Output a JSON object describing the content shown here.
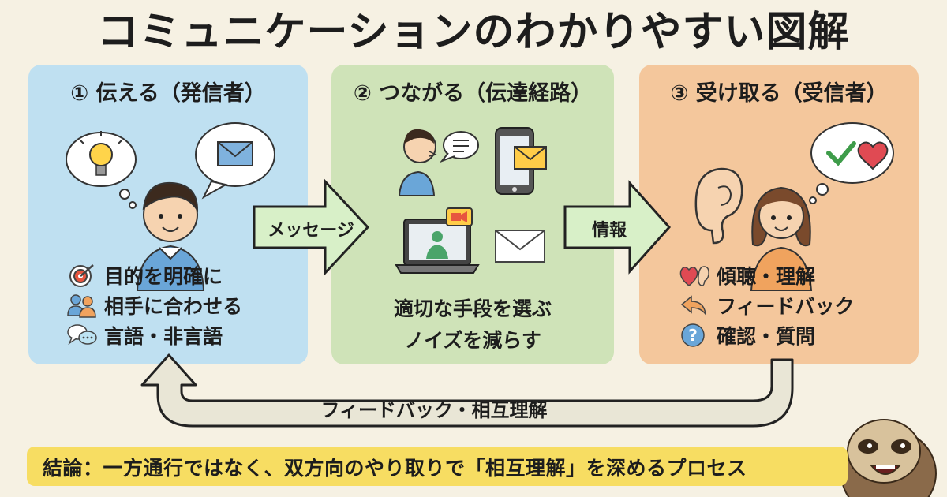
{
  "title": "コミュニケーションのわかりやすい図解",
  "panels": [
    {
      "heading": "① 伝える（発信者）",
      "points": [
        "目的を明確に",
        "相手に合わせる",
        "言語・非言語"
      ],
      "color": "#bfe0f1"
    },
    {
      "heading": "② つながる（伝達経路）",
      "lines": [
        "適切な手段を選ぶ",
        "ノイズを減らす"
      ],
      "color": "#cfe3b8"
    },
    {
      "heading": "③ 受け取る（受信者）",
      "points": [
        "傾聴・理解",
        "フィードバック",
        "確認・質問"
      ],
      "color": "#f4c79c"
    }
  ],
  "arrows": {
    "message": "メッセージ",
    "info": "情報",
    "feedback": "フィードバック・相互理解"
  },
  "conclusion": "結論：一方通行ではなく、双方向のやり取りで「相互理解」を深めるプロセス",
  "icons": {
    "sender": [
      "lightbulb-icon",
      "envelope-icon",
      "person-icon"
    ],
    "channel": [
      "speaking-person-icon",
      "chat-bubble-icon",
      "smartphone-icon",
      "laptop-video-icon",
      "envelope-icon"
    ],
    "receiver": [
      "ear-icon",
      "person-icon",
      "check-icon",
      "heart-icon"
    ],
    "point_icons_left": [
      "target-icon",
      "people-icon",
      "chat-bubbles-icon"
    ],
    "point_icons_right": [
      "heart-ear-icon",
      "reply-arrow-icon",
      "question-icon"
    ]
  }
}
